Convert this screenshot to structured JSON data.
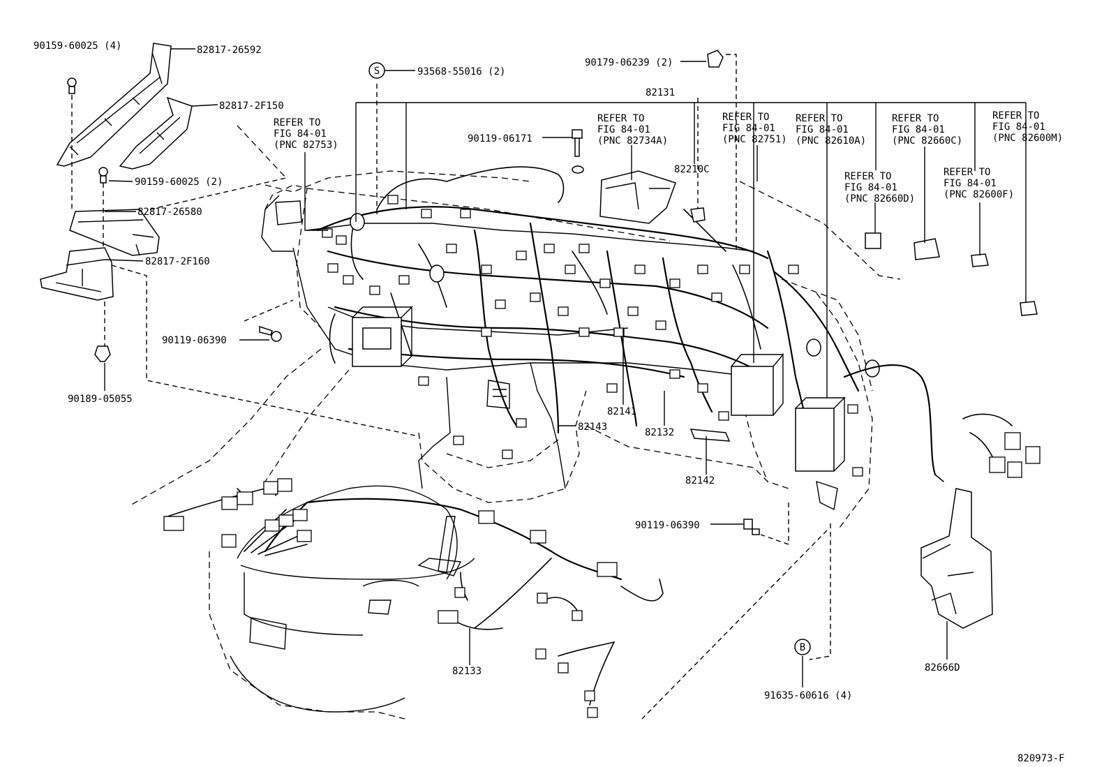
{
  "callouts": {
    "p90159_60025_4": "90159-60025 (4)",
    "p82817_26592": "82817-26592",
    "p82817_2F150": "82817-2F150",
    "p90159_60025_2": "90159-60025 (2)",
    "p82817_26580": "82817-26580",
    "p82817_2F160": "82817-2F160",
    "p90119_06390_left": "90119-06390",
    "p90189_05055": "90189-05055",
    "p93568_55016": "93568-55016 (2)",
    "p90179_06239": "90179-06239 (2)",
    "p82131": "82131",
    "p90119_06171": "90119-06171",
    "p82210C": "82210C",
    "p82141": "82141",
    "p82132": "82132",
    "p82143": "82143",
    "p82142": "82142",
    "p90119_06390_right": "90119-06390",
    "p82133": "82133",
    "p91635_60616": "91635-60616 (4)",
    "p82666D": "82666D"
  },
  "symbols": {
    "s": "S",
    "b": "B"
  },
  "refer_blocks": [
    {
      "l1": "REFER TO",
      "l2": "FIG 84-01",
      "l3": "(PNC 82753)"
    },
    {
      "l1": "REFER TO",
      "l2": "FIG 84-01",
      "l3": "(PNC 82734A)"
    },
    {
      "l1": "REFER TO",
      "l2": "FIG 84-01",
      "l3": "(PNC 82751)"
    },
    {
      "l1": "REFER TO",
      "l2": "FIG 84-01",
      "l3": "(PNC 82610A)"
    },
    {
      "l1": "REFER TO",
      "l2": "FIG 84-01",
      "l3": "(PNC 82660C)"
    },
    {
      "l1": "REFER TO",
      "l2": "FIG 84-01",
      "l3": "(PNC 82600M)"
    },
    {
      "l1": "REFER TO",
      "l2": "FIG 84-01",
      "l3": "(PNC 82660D)"
    },
    {
      "l1": "REFER TO",
      "l2": "FIG 84-01",
      "l3": "(PNC 82600F)"
    }
  ],
  "figure_code": "820973-F"
}
